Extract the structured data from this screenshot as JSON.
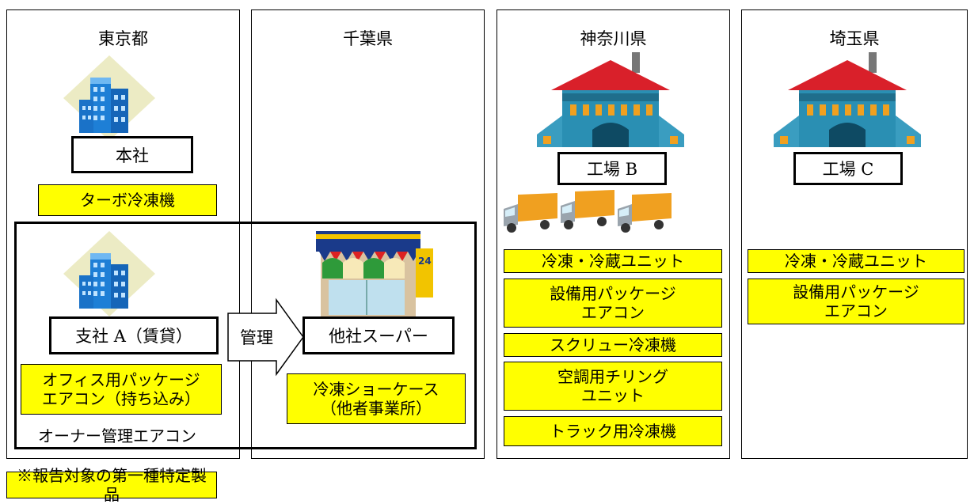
{
  "regions": {
    "tokyo": "東京都",
    "chiba": "千葉県",
    "kanagawa": "神奈川県",
    "saitama": "埼玉県"
  },
  "sites": {
    "honsha": "本社",
    "shisha_a": "支社 A（賃貸）",
    "other_super": "他社スーパー",
    "factory_b": "工場 B",
    "factory_c": "工場 C"
  },
  "equipment": {
    "turbo": "ターボ冷凍機",
    "office_ac_line1": "オフィス用パッケージ",
    "office_ac_line2": "エアコン（持ち込み）",
    "showcase_line1": "冷凍ショーケース",
    "showcase_line2": "（他者事業所）",
    "b_refrig_unit": "冷凍・冷蔵ユニット",
    "b_pkg_ac_line1": "設備用パッケージ",
    "b_pkg_ac_line2": "エアコン",
    "b_screw": "スクリュー冷凍機",
    "b_chiller_line1": "空調用チリング",
    "b_chiller_line2": "ユニット",
    "b_truck": "トラック用冷凍機",
    "c_refrig_unit": "冷凍・冷蔵ユニット",
    "c_pkg_ac_line1": "設備用パッケージ",
    "c_pkg_ac_line2": "エアコン"
  },
  "labels": {
    "management": "管理",
    "owner_ac": "オーナー管理エアコン",
    "legend": "※報告対象の第一種特定製品"
  },
  "colors": {
    "highlight": "#ffff00",
    "building_blue": "#1e7fd6",
    "roof_red": "#d9202a",
    "factory_teal": "#2a8fb3",
    "truck_orange": "#f0a020"
  },
  "icons": {
    "office_building": "office-building-icon",
    "factory": "factory-icon",
    "truck": "truck-icon",
    "convenience_store": "convenience-store-icon"
  }
}
